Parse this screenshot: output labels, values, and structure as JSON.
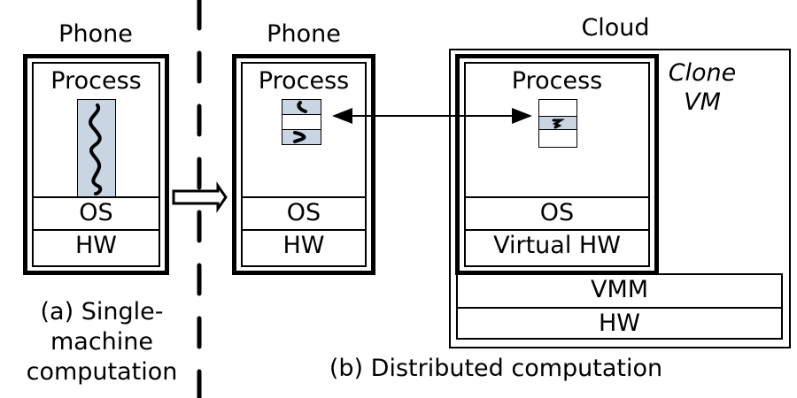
{
  "panel_a": {
    "title": "Phone",
    "process_label": "Process",
    "layers": [
      "OS",
      "HW"
    ],
    "thread": {
      "cells": [
        "thread"
      ]
    },
    "caption_lines": [
      "(a) Single-",
      "machine",
      "computation"
    ]
  },
  "panel_b": {
    "phone": {
      "title": "Phone",
      "process_label": "Process",
      "layers": [
        "OS",
        "HW"
      ],
      "thread_cells": [
        "thread",
        "empty",
        "thread"
      ]
    },
    "cloud": {
      "title": "Cloud",
      "vm_label_lines": [
        "Clone",
        "VM"
      ],
      "process_label": "Process",
      "layers": [
        "OS",
        "Virtual HW"
      ],
      "thread_cells": [
        "empty",
        "thread",
        "empty"
      ],
      "host_layers": [
        "VMM",
        "HW"
      ]
    },
    "caption": "(b) Distributed computation"
  },
  "colors": {
    "thread_fill": "#c9d5e3",
    "stroke": "#000000",
    "background": "#ffffff"
  }
}
